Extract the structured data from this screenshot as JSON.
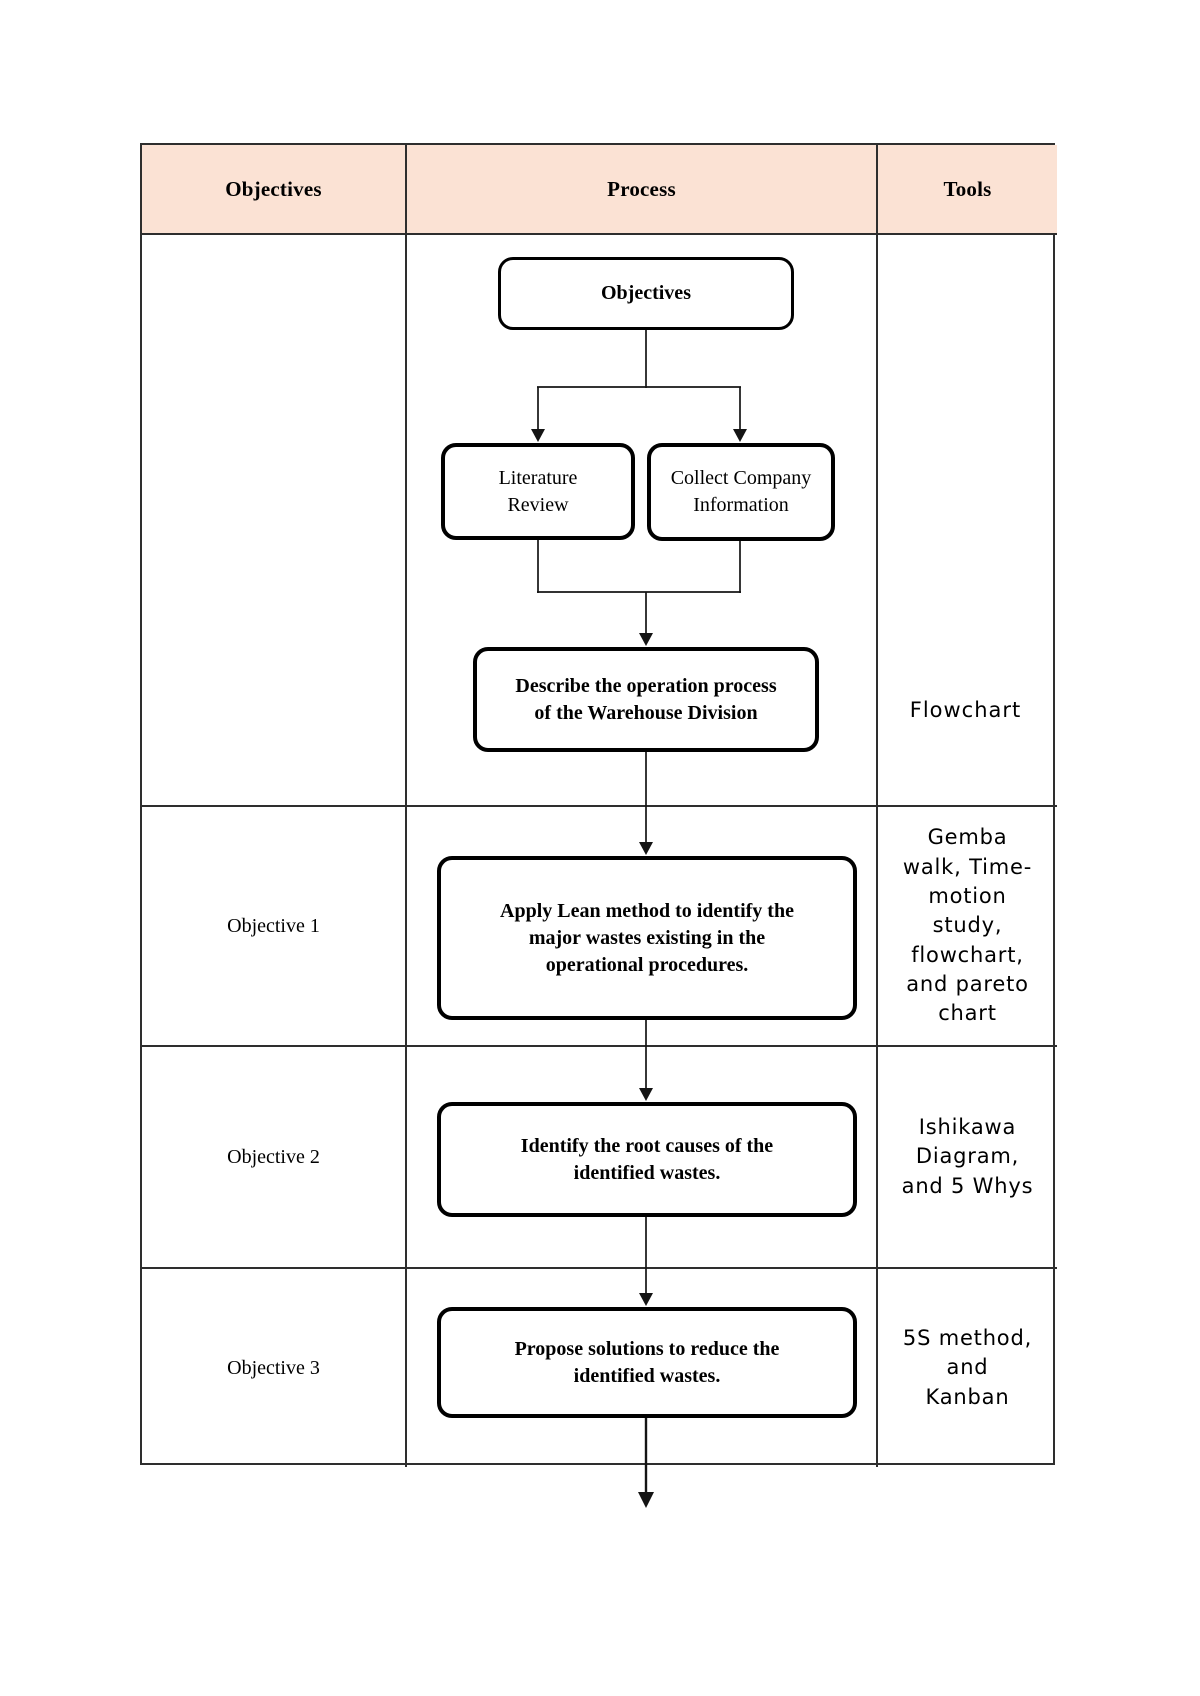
{
  "colors": {
    "header_bg": "#fbe2d4",
    "table_border": "#2e2e2e",
    "box_border": "#000000",
    "connector_line": "#141414",
    "page_bg": "#ffffff"
  },
  "table": {
    "headers": {
      "objectives": "Objectives",
      "process": "Process",
      "tools": "Tools"
    },
    "rows": [
      {
        "objective": "",
        "tools": "Flowchart"
      },
      {
        "objective": "Objective 1",
        "tools": "Gemba\nwalk, Time-\nmotion\nstudy,\nflowchart,\nand pareto\nchart"
      },
      {
        "objective": "Objective 2",
        "tools": "Ishikawa\nDiagram,\nand 5 Whys"
      },
      {
        "objective": "Objective 3",
        "tools": "5S method,\nand\nKanban"
      }
    ]
  },
  "flowchart": {
    "objectives_box": "Objectives",
    "literature_box": "Literature\nReview",
    "collect_box": "Collect Company\nInformation",
    "describe_box": "Describe the operation process\nof the Warehouse Division",
    "apply_box": "Apply Lean method to identify the\nmajor wastes existing in the\noperational procedures.",
    "identify_box": "Identify the root causes of the\nidentified wastes.",
    "propose_box": "Propose solutions to reduce the\nidentified wastes."
  }
}
